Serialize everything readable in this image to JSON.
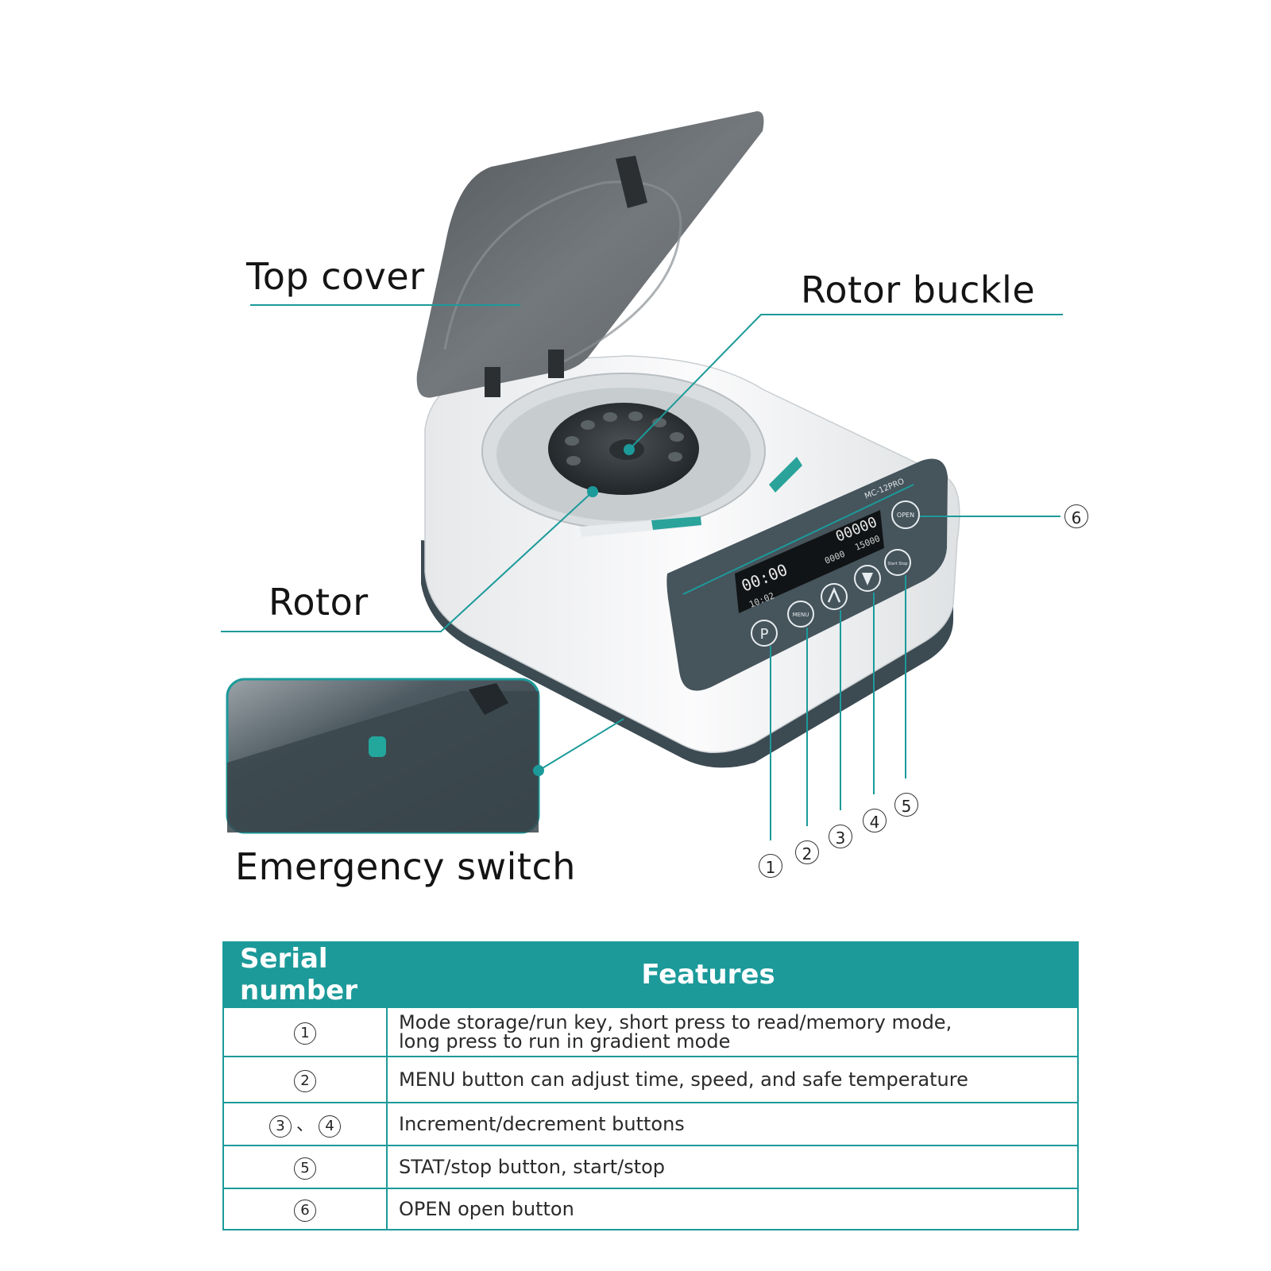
{
  "labels": {
    "top_cover": "Top cover",
    "rotor_buckle": "Rotor buckle",
    "rotor": "Rotor",
    "emergency_switch": "Emergency switch"
  },
  "callouts": [
    "1",
    "2",
    "3",
    "4",
    "5",
    "6"
  ],
  "device": {
    "model": "MC-12PRO",
    "display_time": "00:00",
    "display_time_small": "10:02",
    "display_speed": "00000",
    "display_speed_small": "15000",
    "display_rcf": "0000",
    "btn_p": "P",
    "btn_menu": "MENU",
    "btn_open": "OPEN",
    "btn_start": "Start Stop"
  },
  "table": {
    "headers": {
      "serial": "Serial number",
      "features": "Features"
    },
    "rows": [
      {
        "serial": [
          "1"
        ],
        "feature_lines": [
          "Mode storage/run key, short press to read/memory mode,",
          "long press to run in gradient mode"
        ]
      },
      {
        "serial": [
          "2"
        ],
        "feature_lines": [
          "MENU button can adjust time, speed, and safe temperature"
        ]
      },
      {
        "serial": [
          "3",
          "4"
        ],
        "serial_sep": "、",
        "feature_lines": [
          "Increment/decrement buttons"
        ]
      },
      {
        "serial": [
          "5"
        ],
        "feature_lines": [
          "STAT/stop button, start/stop"
        ]
      },
      {
        "serial": [
          "6"
        ],
        "feature_lines": [
          "OPEN open button"
        ]
      }
    ]
  },
  "colors": {
    "accent": "#1c9a9a",
    "body_white": "#f2f3f4",
    "base_dark": "#3c4a52",
    "panel_dark": "#46545c",
    "lid_smoke": "#5a5f63"
  }
}
